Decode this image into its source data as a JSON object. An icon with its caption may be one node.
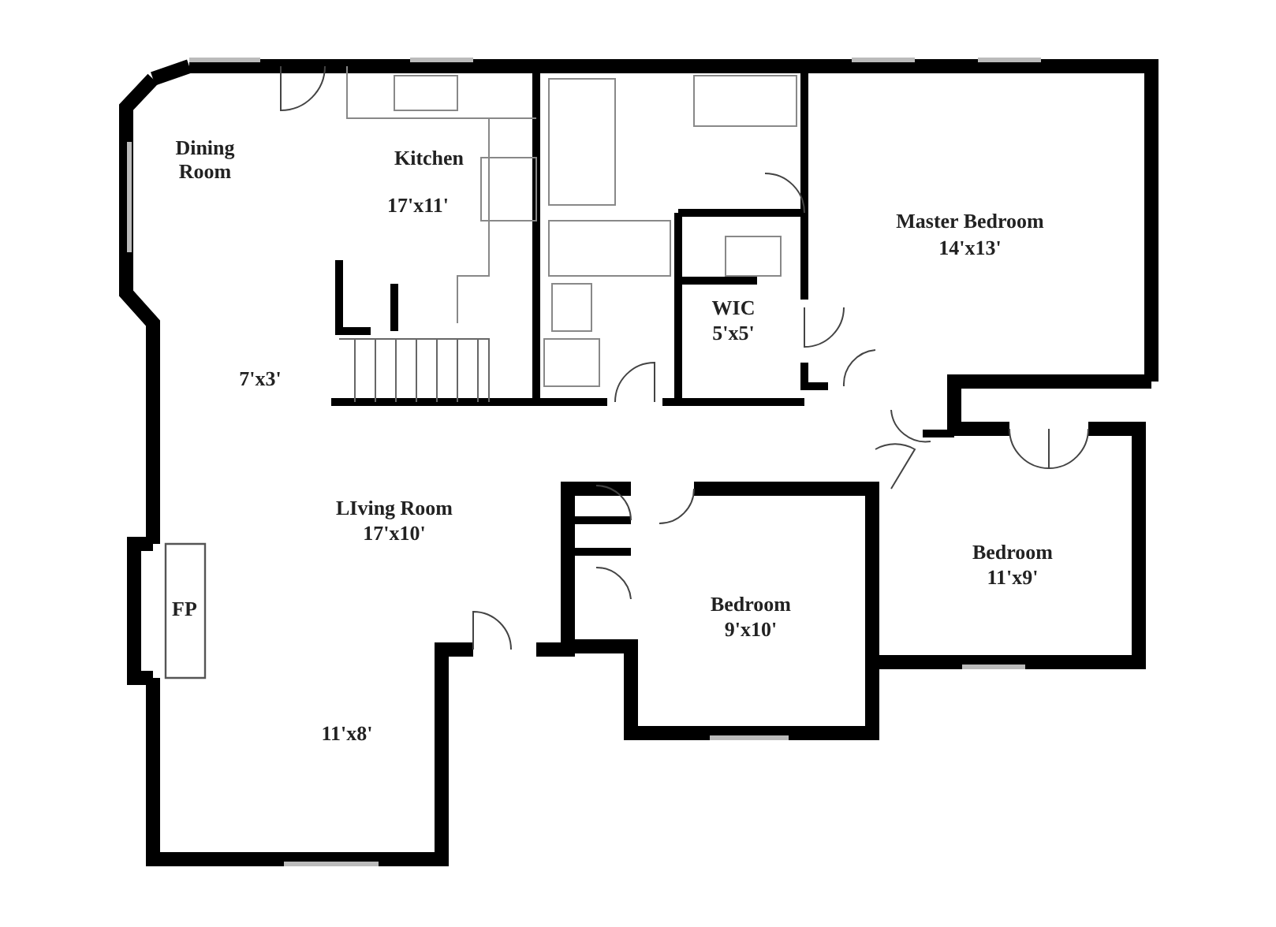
{
  "diagram": {
    "labels": [
      "Dining Room",
      "Kitchen",
      "17'x11'",
      "Master Bedroom",
      "14'x13'",
      "WIC",
      "5'x5'",
      "7'x3'",
      "LIving Room",
      "17'x10'",
      "Bedroom",
      "11'x9'",
      "FP",
      "Bedroom",
      "9'x10'",
      "11'x8'"
    ]
  }
}
